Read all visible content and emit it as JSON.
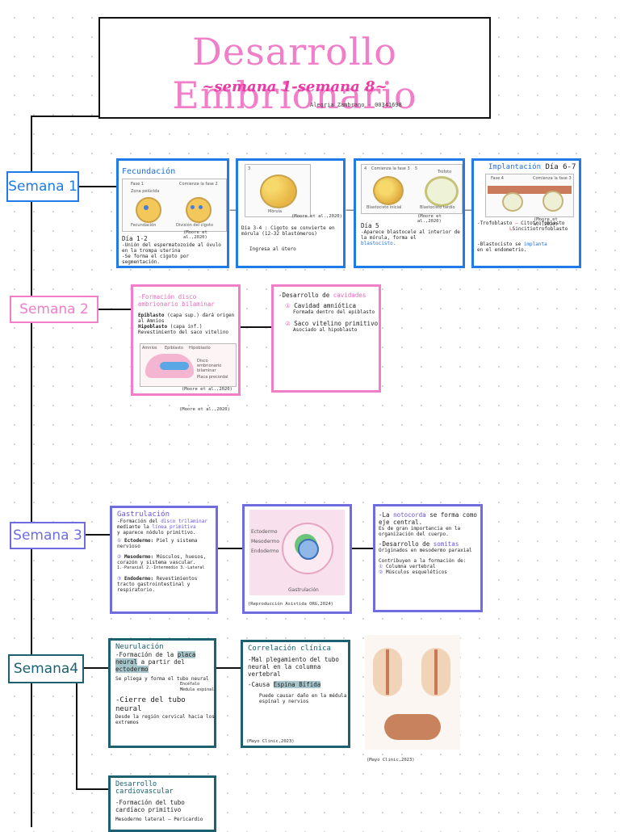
{
  "title": {
    "main": "Desarrollo Embrionario",
    "sub": "~semana 1-semana 8~",
    "author": "Alegria Zambrano - 00341698"
  },
  "weeks": {
    "w1": "Semana 1",
    "w2": "Semana 2",
    "w3": "Semana 3",
    "w4": "Semana4"
  },
  "w1": {
    "fec_title": "Fecundación",
    "fec_fase1": "Fase 1",
    "fec_fase2": "Comienza la fase 2",
    "fec_zona": "Zona pelúcida",
    "fec_cap1": "Fecundación",
    "fec_cap2": "División del cigoto",
    "fec_cite": "(Moore et al.,2020)",
    "fec_dia": "Día 1-2",
    "fec_l1": "-Unión del espermatozoide al óvulo en la trompa uterina",
    "fec_l2": "-Se forma el cigoto por segmentación.",
    "mor_num": "3",
    "mor_cap": "Mórula",
    "mor_cite": "(Moore et al.,2020)",
    "mor_l1": "Día 3-4 : Cigoto se convierte en mórula (12-32 blastómeros)",
    "mor_l2": "Ingresa al útero",
    "bla_n4": "4",
    "bla_fase3": "Comienza la fase 3",
    "bla_n5": "5",
    "bla_trofo": "Trofoto",
    "bla_cap1": "Blastocisto inicial",
    "bla_cap2": "Blastocisto tardío",
    "bla_cite": "(Moore et al.,2020)",
    "bla_dia": "Día 5",
    "bla_l1": "-Aparece blastocele al interior de la mórula, forma el",
    "bla_l1b": "blastocisto.",
    "imp_title": "Implantación",
    "imp_dia": "Día 6-7",
    "imp_fase": "Fase 4",
    "imp_fase2": "Comienza la fase 3",
    "imp_cite": "(Moore et al.,2020)",
    "imp_l1": "-Trofoblasto",
    "imp_l1b": "Citotrofoblasto",
    "imp_l2": "Sincitiotrofoblasto",
    "imp_l3": "-Blastocisto se",
    "imp_l3b": "implanta",
    "imp_l3c": "en el endometrio."
  },
  "w2": {
    "c1_title": "-Formación disco embrionario bilaminar",
    "c1_epi": "Epiblasto",
    "c1_epi_note": "(capa sup.) dará origen al Amnios",
    "c1_hipo": "Hipoblasto",
    "c1_hipo_note": "(capa inf.) Revestimiento del saco vitelino",
    "c1_lab_amnio": "Amnios",
    "c1_lab_epi": "Epiblasto",
    "c1_lab_hipo": "Hipoblasto",
    "c1_lab_disco": "Disco embrionario bilaminar",
    "c1_lab_placa": "Placa precordal",
    "c1_cite": "(Moore et al.,2020)",
    "outside_cite": "(Moore et al.,2020)",
    "c2_title": "-Desarrollo de",
    "c2_title_b": "cavidades",
    "c2_amn": "Cavidad amniótica",
    "c2_amn_note": "Formada dentro del epiblasto",
    "c2_saco": "Saco vitelino primitivo",
    "c2_saco_note": "Asociado al hipoblasto"
  },
  "w3": {
    "g_title": "Gastrulación",
    "g_l1": "-Formación del",
    "g_l1b": "disco trilaminar",
    "g_l1c": "mediante la",
    "g_l1d": "línea primitiva",
    "g_l2": "y aparece nódulo primitivo.",
    "g_ecto": "Ectodermo:",
    "g_ecto_note": "Piel y sistema nervioso",
    "g_meso": "Mesodermo:",
    "g_meso_note": "Músculos, huesos, corazón y sistema vascular.",
    "g_meso_side": "1.-Paraxial 2.-Intermedio 3.-Lateral",
    "g_endo": "Endodermo:",
    "g_endo_note": "Revestimientos tracto gastrointestinal y respiratorio.",
    "img_ecto": "Ectodermo",
    "img_meso": "Mesodermo",
    "img_endo": "Endodermo",
    "img_gas": "Gastrulación",
    "img_cite": "(Reproducción Asistida ORG,2024)",
    "n_l1": "-La",
    "n_l1b": "notocorda",
    "n_l1c": "se forma como eje central.",
    "n_l2": "Es de gran importancia en la organización del cuerpo.",
    "n_l3": "-Desarrollo de",
    "n_l3b": "somitas",
    "n_l4": "Originados en mesodermo paraxial",
    "n_l5": "Contribuyen a la formación de:",
    "n_l6": "Columna vertebral",
    "n_l7": "Músculos esqueléticos"
  },
  "w4": {
    "neu_title": "Neurulación",
    "neu_l1": "-Formación de la",
    "neu_l1b": "placa neural",
    "neu_l1c": "a partir del",
    "neu_l1d": "ectodermo",
    "neu_l2": "Se pliega y forma el",
    "neu_l2b": "tubo neural",
    "neu_side": "Encéfalo Médula espinal",
    "neu_l3": "-Cierre del tubo neural",
    "neu_l4": "Desde la región cervical hacia los extremos",
    "cli_title": "Correlación clínica",
    "cli_l1": "-Mal plegamiento del tubo neural en la columna vertebral",
    "cli_l2": "-Causa",
    "cli_l2b": "Espina Bífida",
    "cli_l3": "Puede causar daño en la médula espinal y nervios",
    "cli_cite": "(Mayo Clinic,2023)",
    "img_cite": "(Mayo Clinic,2023)",
    "car_title": "Desarrollo cardiovascular",
    "car_l1": "-Formación del tubo cardíaco primitivo",
    "car_l2": "Mesodermo lateral",
    "car_l2b": "Pericardio"
  },
  "colors": {
    "blue": "#1e7be8",
    "pink": "#f07ec8",
    "purple": "#6f6ce0",
    "teal": "#1d6170"
  }
}
